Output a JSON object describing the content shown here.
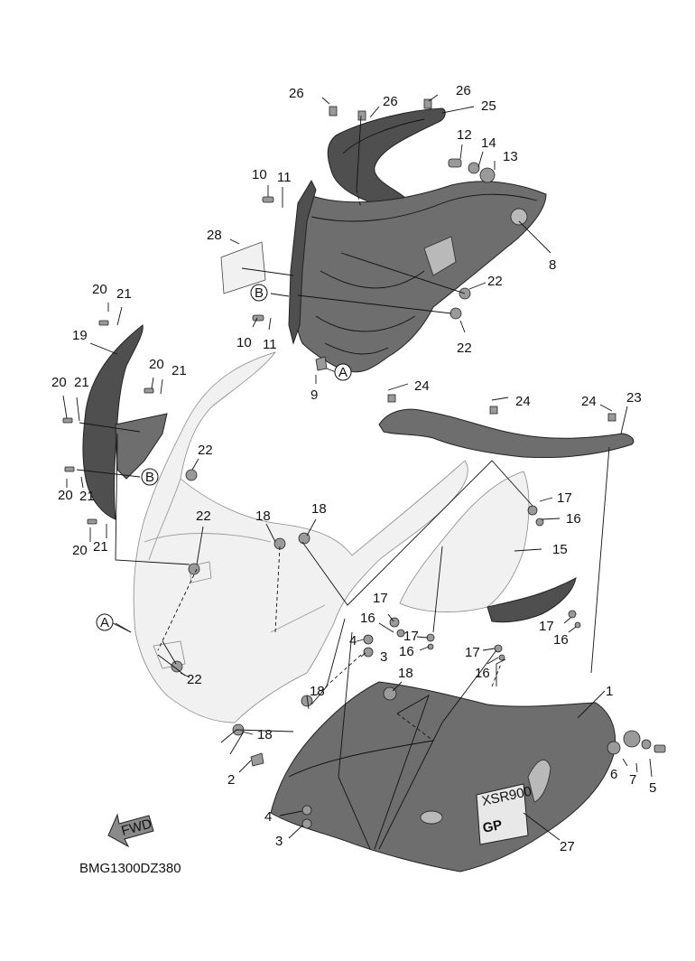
{
  "diagram": {
    "code": "BMG1300DZ380",
    "fwd_label": "FWD",
    "badge_text_small": "XSR900",
    "badge_text_large": "GP",
    "labels": [
      {
        "id": "l26a",
        "text": "26"
      },
      {
        "id": "l26b",
        "text": "26"
      },
      {
        "id": "l26c",
        "text": "26"
      },
      {
        "id": "l25",
        "text": "25"
      },
      {
        "id": "l12",
        "text": "12"
      },
      {
        "id": "l14",
        "text": "14"
      },
      {
        "id": "l13",
        "text": "13"
      },
      {
        "id": "l10a",
        "text": "10"
      },
      {
        "id": "l11a",
        "text": "11"
      },
      {
        "id": "l28",
        "text": "28"
      },
      {
        "id": "l8",
        "text": "8"
      },
      {
        "id": "lBa",
        "text": "B"
      },
      {
        "id": "l22a",
        "text": "22"
      },
      {
        "id": "l22b",
        "text": "22"
      },
      {
        "id": "l10b",
        "text": "10"
      },
      {
        "id": "l11b",
        "text": "11"
      },
      {
        "id": "lAa",
        "text": "A"
      },
      {
        "id": "l9",
        "text": "9"
      },
      {
        "id": "l20a",
        "text": "20"
      },
      {
        "id": "l21a",
        "text": "21"
      },
      {
        "id": "l19",
        "text": "19"
      },
      {
        "id": "l20b",
        "text": "20"
      },
      {
        "id": "l21b",
        "text": "21"
      },
      {
        "id": "l20c",
        "text": "20"
      },
      {
        "id": "l21c",
        "text": "21"
      },
      {
        "id": "lBb",
        "text": "B"
      },
      {
        "id": "l20d",
        "text": "20"
      },
      {
        "id": "l21d",
        "text": "21"
      },
      {
        "id": "l20e",
        "text": "20"
      },
      {
        "id": "l21e",
        "text": "21"
      },
      {
        "id": "l22c",
        "text": "22"
      },
      {
        "id": "l22d",
        "text": "22"
      },
      {
        "id": "l18a",
        "text": "18"
      },
      {
        "id": "l18b",
        "text": "18"
      },
      {
        "id": "l24a",
        "text": "24"
      },
      {
        "id": "l24b",
        "text": "24"
      },
      {
        "id": "l24c",
        "text": "24"
      },
      {
        "id": "l23",
        "text": "23"
      },
      {
        "id": "l17a",
        "text": "17"
      },
      {
        "id": "l16a",
        "text": "16"
      },
      {
        "id": "l15",
        "text": "15"
      },
      {
        "id": "lAb",
        "text": "A"
      },
      {
        "id": "l17b",
        "text": "17"
      },
      {
        "id": "l16b",
        "text": "16"
      },
      {
        "id": "l4a",
        "text": "4"
      },
      {
        "id": "l3a",
        "text": "3"
      },
      {
        "id": "l17c",
        "text": "17"
      },
      {
        "id": "l16c",
        "text": "16"
      },
      {
        "id": "l17d",
        "text": "17"
      },
      {
        "id": "l16d",
        "text": "16"
      },
      {
        "id": "l17e",
        "text": "17"
      },
      {
        "id": "l16e",
        "text": "16"
      },
      {
        "id": "l22e",
        "text": "22"
      },
      {
        "id": "l18c",
        "text": "18"
      },
      {
        "id": "l18d",
        "text": "18"
      },
      {
        "id": "l18e",
        "text": "18"
      },
      {
        "id": "l1",
        "text": "1"
      },
      {
        "id": "l2",
        "text": "2"
      },
      {
        "id": "l6",
        "text": "6"
      },
      {
        "id": "l7",
        "text": "7"
      },
      {
        "id": "l5",
        "text": "5"
      },
      {
        "id": "l4b",
        "text": "4"
      },
      {
        "id": "l3b",
        "text": "3"
      },
      {
        "id": "l27",
        "text": "27"
      }
    ]
  }
}
